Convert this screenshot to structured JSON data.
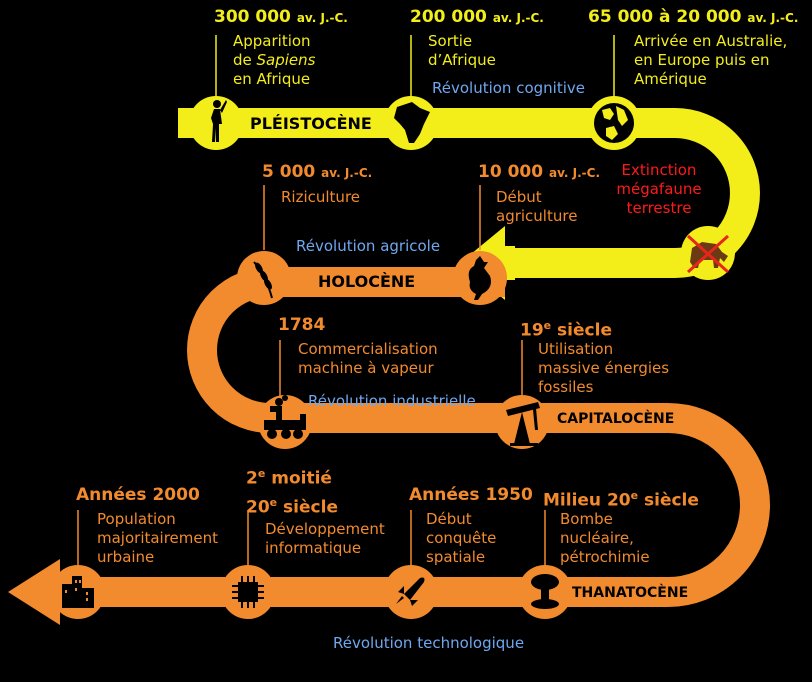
{
  "colors": {
    "pleistocene": "#f3ee1a",
    "holocene_on": "#f28a2e",
    "revolution": "#6fa8f0",
    "extinction": "#ff1a1a",
    "background": "#000000"
  },
  "eras": {
    "pleistocene": "PLÉISTOCÈNE",
    "holocene": "HOLOCÈNE",
    "capitalocene": "CAPITALOCÈNE",
    "thanatocene": "THANATOCÈNE"
  },
  "revolutions": {
    "cognitive": "Révolution cognitive",
    "agricultural": "Révolution agricole",
    "industrial": "Révolution industrielle",
    "technological": "Révolution technologique"
  },
  "events": {
    "sapiens": {
      "date": "300 000",
      "date_suffix": "av. J.-C.",
      "line1": "Apparition",
      "line2_pre": "de ",
      "line2_em": "Sapiens",
      "line3": "en Afrique",
      "icon": "human-icon"
    },
    "out_of_africa": {
      "date": "200 000",
      "date_suffix": "av. J.-C.",
      "line1": "Sortie",
      "line2": "d’Afrique",
      "icon": "africa-icon"
    },
    "spread": {
      "date": "65 000 à 20 000",
      "date_suffix": "av. J.-C.",
      "line1": "Arrivée en Australie,",
      "line2": "en Europe puis en",
      "line3": "Amérique",
      "icon": "globe-icon"
    },
    "extinction": {
      "line1": "Extinction",
      "line2": "mégafaune",
      "line3": "terrestre",
      "icon": "mammoth-crossed-icon"
    },
    "agriculture": {
      "date": "10 000",
      "date_suffix": "av. J.-C.",
      "line1": "Début",
      "line2": "agriculture",
      "icon": "chicken-icon"
    },
    "rice": {
      "date": "5 000",
      "date_suffix": "av. J.-C.",
      "line1": "Riziculture",
      "icon": "wheat-icon"
    },
    "steam": {
      "date": "1784",
      "line1": "Commercialisation",
      "line2": "machine à vapeur",
      "icon": "locomotive-icon"
    },
    "fossil": {
      "date": "19",
      "date_sup": "e",
      "date_rest": " siècle",
      "line1": "Utilisation",
      "line2": "massive énergies",
      "line3": "fossiles",
      "icon": "oil-pump-icon"
    },
    "computing": {
      "date_a": "2",
      "date_a_sup": "e",
      "date_a_rest": " moitié",
      "date_b": "20",
      "date_b_sup": "e",
      "date_b_rest": " siècle",
      "line1": "Développement",
      "line2": "informatique",
      "icon": "chip-icon"
    },
    "space": {
      "date": "Années 1950",
      "line1": "Début",
      "line2": "conquête",
      "line3": "spatiale",
      "icon": "rocket-icon"
    },
    "nuclear": {
      "date_pre": "Milieu 20",
      "date_sup": "e",
      "date_rest": " siècle",
      "line1": "Bombe",
      "line2": "nucléaire,",
      "line3": "pétrochimie",
      "icon": "mushroom-cloud-icon"
    },
    "urban": {
      "date": "Années 2000",
      "line1": "Population",
      "line2": "majoritairement",
      "line3": "urbaine",
      "icon": "city-icon"
    }
  }
}
